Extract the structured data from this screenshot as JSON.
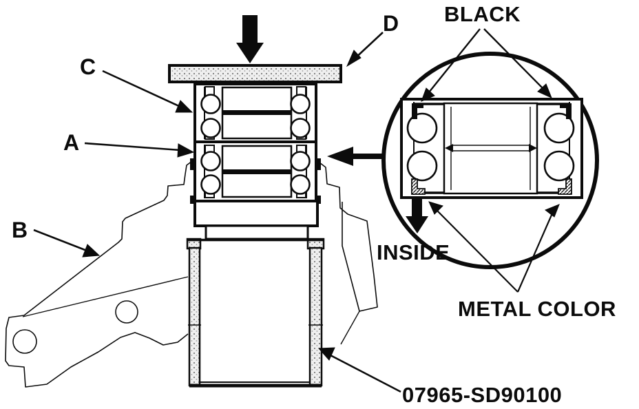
{
  "figure": {
    "labels": {
      "black": "BLACK",
      "d": "D",
      "c": "C",
      "a": "A",
      "b": "B",
      "inside": "INSIDE",
      "metal_color": "METAL COLOR",
      "part_number": "07965-SD90100"
    },
    "colors": {
      "ink": "#0b0b0b",
      "paper": "#ffffff"
    }
  }
}
